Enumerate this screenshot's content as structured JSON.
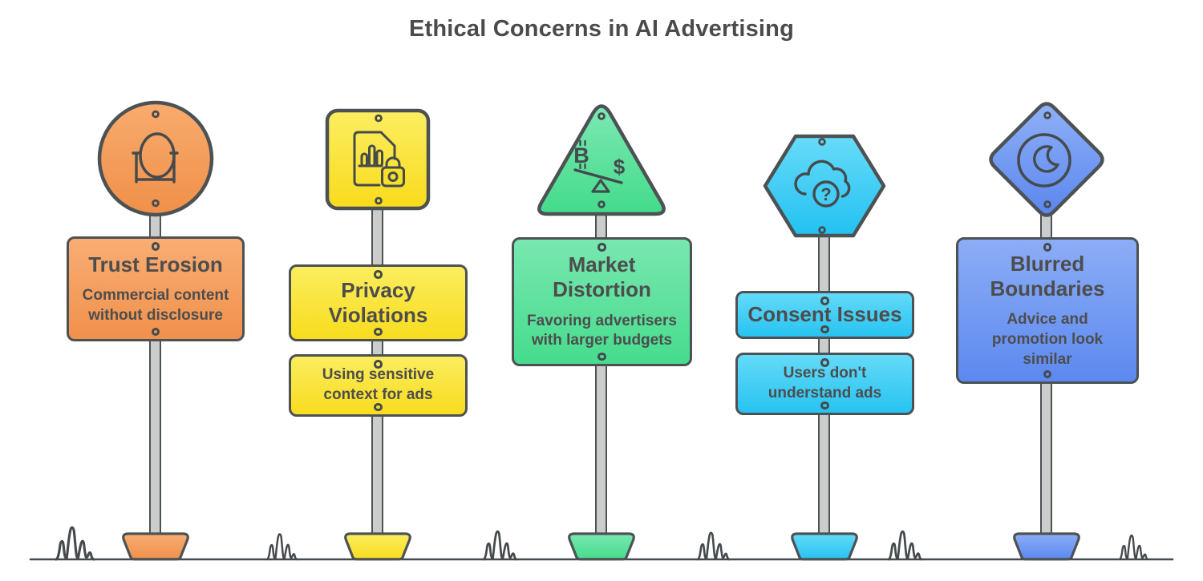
{
  "page_title": "Ethical Concerns in AI Advertising",
  "style": {
    "text_color": "#4d4d4d",
    "outline_color": "#4c5154",
    "pole_color": "#cbcdcd",
    "background": "#ffffff"
  },
  "signs": [
    {
      "id": "trust-erosion",
      "emblem_shape": "circle",
      "emblem_icon": "mirror-icon",
      "title": "Trust Erosion",
      "subtitle": "Commercial content without disclosure",
      "color_top": "#f9ad74",
      "color_bottom": "#f0914b",
      "boards": "single"
    },
    {
      "id": "privacy-violations",
      "emblem_shape": "rounded-square",
      "emblem_icon": "document-lock-icon",
      "title": "Privacy Violations",
      "subtitle": "Using sensitive context for ads",
      "color_top": "#fbed5e",
      "color_bottom": "#f8dc1e",
      "boards": "split"
    },
    {
      "id": "market-distortion",
      "emblem_shape": "triangle",
      "emblem_icon": "currency-seesaw-icon",
      "icon_glyphs": {
        "left": "B",
        "right": "$"
      },
      "title": "Market Distortion",
      "subtitle": "Favoring advertisers with larger budgets",
      "color_top": "#79e7b0",
      "color_bottom": "#46dc8d",
      "boards": "single"
    },
    {
      "id": "consent-issues",
      "emblem_shape": "hexagon",
      "emblem_icon": "cloud-question-icon",
      "icon_glyphs": {
        "center": "?"
      },
      "title": "Consent Issues",
      "subtitle": "Users don't understand ads",
      "color_top": "#64daf8",
      "color_bottom": "#27c3f1",
      "boards": "split"
    },
    {
      "id": "blurred-boundaries",
      "emblem_shape": "diamond",
      "emblem_icon": "blur-moon-icon",
      "title": "Blurred Boundaries",
      "subtitle": "Advice and promotion look similar",
      "color_top": "#8cadf6",
      "color_bottom": "#5c89f0",
      "boards": "single"
    }
  ]
}
